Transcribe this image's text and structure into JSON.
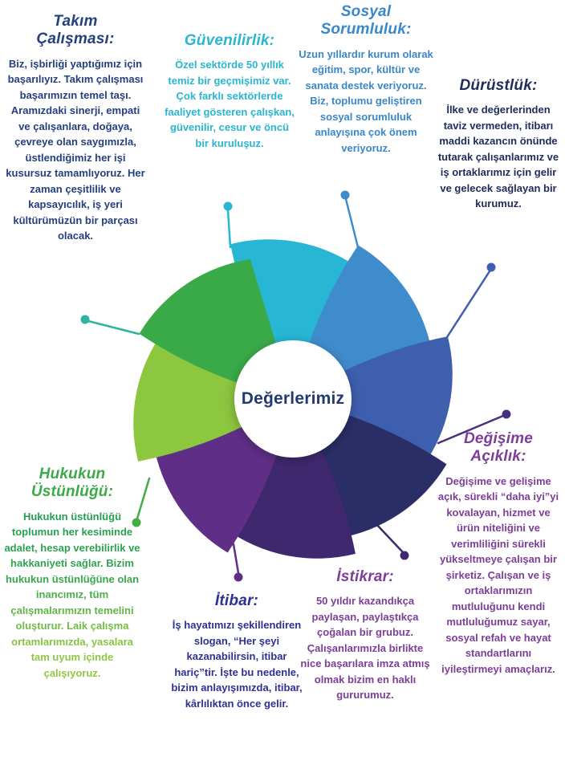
{
  "page": {
    "background_color": "#ffffff"
  },
  "center": {
    "label": "Değerlerimiz",
    "color": "#233a70",
    "circle_color": "#ffffff"
  },
  "wheel": {
    "segments": [
      {
        "name": "guvenilirlik",
        "color": "#27b6d4"
      },
      {
        "name": "sosyal-sorumluluk",
        "color": "#3f8ccc"
      },
      {
        "name": "durustluk",
        "color": "#3e5fad"
      },
      {
        "name": "degisime-aciklik",
        "color": "#2b2d66"
      },
      {
        "name": "istikrar",
        "color": "#40286f"
      },
      {
        "name": "itibar",
        "color": "#5f2f87"
      },
      {
        "name": "hukukun-ustunlugu",
        "color": "#8dc63f"
      },
      {
        "name": "takim-calismasi",
        "color": "#3aaa49"
      }
    ]
  },
  "blocks": {
    "takim": {
      "title": "Takım\nÇalışması:",
      "body": "Biz, işbirliği yaptığımız için başarılıyız. Takım çalışması başarımızın temel taşı. Aramızdaki sinerji, empati ve çalışanlara, doğaya, çevreye olan saygımızla, üstlendiğimiz her işi kusursuz tamamlıyoruz. Her zaman çeşitlilik ve kapsayıcılık, iş yeri kültürümüzün bir parçası olacak.",
      "title_color": "#25407f",
      "body_color": "#25407f",
      "connector_color": "#2db39e"
    },
    "guvenilirlik": {
      "title": "Güvenilirlik:",
      "body": "Özel sektörde 50 yıllık temiz bir geçmişimiz var. Çok farklı sektörlerde faaliyet gösteren çalışkan, güvenilir, cesur ve öncü bir kuruluşuz.",
      "title_color": "#29b5d3",
      "body_color": "#29b5d3",
      "connector_color": "#27b6d4"
    },
    "sosyal": {
      "title": "Sosyal\nSorumluluk:",
      "body": "Uzun yıllardır kurum olarak eğitim, spor, kültür ve sanata destek veriyoruz. Biz, toplumu geliştiren sosyal sorumluluk anlayışına çok önem veriyoruz.",
      "title_color": "#3a87c9",
      "body_color": "#3a87c9",
      "connector_color": "#3f8ccc"
    },
    "durustluk": {
      "title": "Dürüstlük:",
      "body": "İlke ve değerlerinden taviz vermeden, itibarı maddi kazancın önünde tutarak çalışanlarımız ve iş ortaklarımız için gelir ve gelecek sağlayan bir kurumuz.",
      "title_color": "#1e2c5c",
      "body_color": "#1e2c5c",
      "connector_color": "#3e5fad"
    },
    "degisime": {
      "title": "Değişime\nAçıklık:",
      "body": "Değişime ve gelişime açık, sürekli “daha iyi”yi kovalayan, hizmet ve ürün niteliğini ve verimliliğini sürekli yükseltmeye çalışan bir şirketiz. Çalışan ve iş ortaklarımızın mutluluğunu kendi mutluluğumuz sayar, sosyal refah ve hayat standartlarını iyileştirmeyi amaçlarız.",
      "title_color": "#7d3e98",
      "body_color": "#7d3e98",
      "connector_color": "#4b2f7f"
    },
    "istikrar": {
      "title": "İstikrar:",
      "body": "50 yıldır kazandıkça paylaşan, paylaştıkça çoğalan bir grubuz. Çalışanlarımızla birlikte nice başarılara imza atmış olmak bizim en haklı gururumuz.",
      "title_color": "#7d3e98",
      "body_color": "#7d3e98",
      "connector_color": "#40286f"
    },
    "itibar": {
      "title": "İtibar:",
      "body": "İş hayatımızı şekillendiren slogan, “Her şeyi kazanabilirsin, itibar hariç”tir. İşte bu nedenle, bizim anlayışımızda, itibar, kârlılıktan önce gelir.",
      "title_color": "#2e3192",
      "body_color": "#2e3192",
      "connector_color": "#5f2f87"
    },
    "hukukun": {
      "title": "Hukukun\nÜstünlüğü:",
      "body": "Hukukun üstünlüğü toplumun her kesiminde adalet, hesap verebilirlik ve hakkaniyeti sağlar. Bizim hukukun üstünlüğüne olan inancımız, tüm çalışmalarımızın temelini oluşturur. Laik çalışma ortamlarımızda, yasalara tam uyum içinde çalışıyoruz.",
      "title_color": "#3aaa49",
      "body_colors": [
        "#1d9e50",
        "#8dc63f"
      ],
      "connector_color": "#45ad43"
    }
  }
}
